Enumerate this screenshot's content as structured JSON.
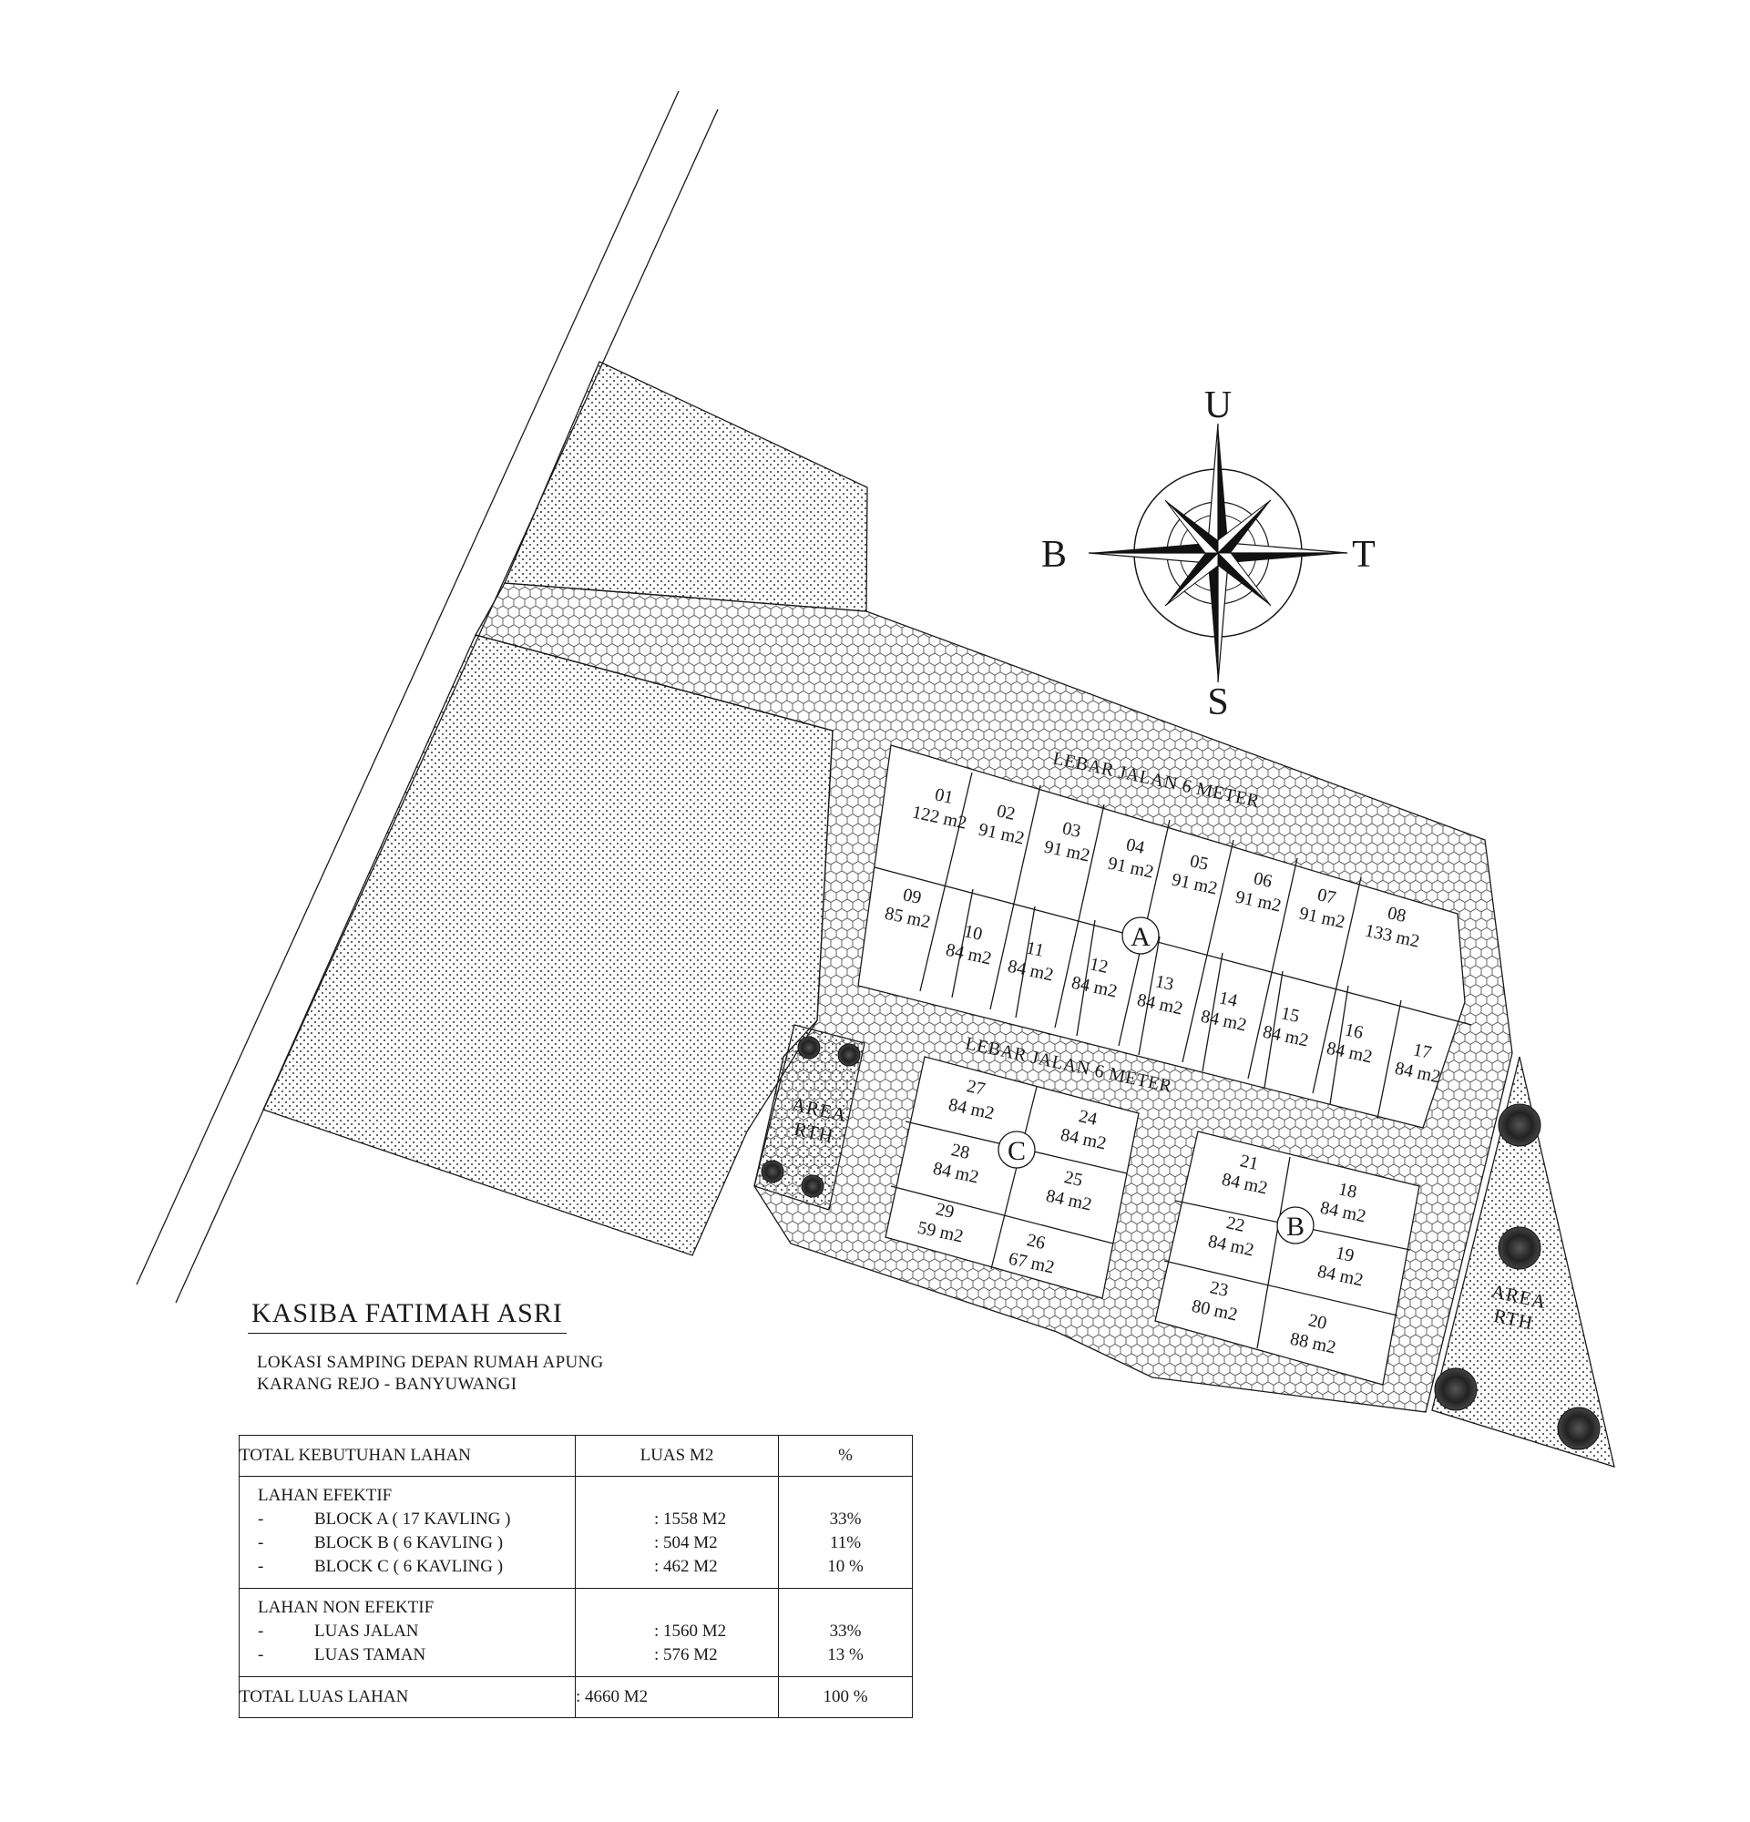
{
  "project": {
    "title": "KASIBA FATIMAH ASRI",
    "location_line1": "LOKASI SAMPING DEPAN RUMAH APUNG",
    "location_line2": "KARANG REJO - BANYUWANGI"
  },
  "compass": {
    "north": "U",
    "south": "S",
    "east": "T",
    "west": "B"
  },
  "roads": {
    "label_top": "LEBAR JALAN 6 METER",
    "label_middle": "LEBAR JALAN 6 METER"
  },
  "green_area": {
    "label_line1": "AREA",
    "label_line2": "RTH"
  },
  "blocks": {
    "a": "A",
    "b": "B",
    "c": "C"
  },
  "lots": [
    {
      "num": "01",
      "area": "122 m2"
    },
    {
      "num": "02",
      "area": "91 m2"
    },
    {
      "num": "03",
      "area": "91 m2"
    },
    {
      "num": "04",
      "area": "91 m2"
    },
    {
      "num": "05",
      "area": "91 m2"
    },
    {
      "num": "06",
      "area": "91 m2"
    },
    {
      "num": "07",
      "area": "91 m2"
    },
    {
      "num": "08",
      "area": "133 m2"
    },
    {
      "num": "09",
      "area": "85 m2"
    },
    {
      "num": "10",
      "area": "84 m2"
    },
    {
      "num": "11",
      "area": "84 m2"
    },
    {
      "num": "12",
      "area": "84 m2"
    },
    {
      "num": "13",
      "area": "84 m2"
    },
    {
      "num": "14",
      "area": "84 m2"
    },
    {
      "num": "15",
      "area": "84 m2"
    },
    {
      "num": "16",
      "area": "84 m2"
    },
    {
      "num": "17",
      "area": "84 m2"
    },
    {
      "num": "18",
      "area": "84 m2"
    },
    {
      "num": "19",
      "area": "84 m2"
    },
    {
      "num": "20",
      "area": "88 m2"
    },
    {
      "num": "21",
      "area": "84 m2"
    },
    {
      "num": "22",
      "area": "84 m2"
    },
    {
      "num": "23",
      "area": "80 m2"
    },
    {
      "num": "24",
      "area": "84 m2"
    },
    {
      "num": "25",
      "area": "84 m2"
    },
    {
      "num": "26",
      "area": "67 m2"
    },
    {
      "num": "27",
      "area": "84 m2"
    },
    {
      "num": "28",
      "area": "84 m2"
    },
    {
      "num": "29",
      "area": "59 m2"
    }
  ],
  "table": {
    "header": {
      "col1": "TOTAL KEBUTUHAN  LAHAN",
      "col2": "LUAS M2",
      "col3": "%"
    },
    "effective": {
      "title": "LAHAN EFEKTIF",
      "items": [
        {
          "dash": "-",
          "label": "BLOCK A ( 17 KAVLING )",
          "area": ": 1558 M2",
          "pct": "33%"
        },
        {
          "dash": "-",
          "label": "BLOCK B  ( 6 KAVLING )",
          "area": ": 504 M2",
          "pct": "11%"
        },
        {
          "dash": "-",
          "label": "BLOCK C  ( 6 KAVLING )",
          "area": ": 462 M2",
          "pct": "10 %"
        }
      ]
    },
    "non_effective": {
      "title": "LAHAN NON EFEKTIF",
      "items": [
        {
          "dash": "-",
          "label": "LUAS JALAN",
          "area": ": 1560 M2",
          "pct": "33%"
        },
        {
          "dash": "-",
          "label": "LUAS TAMAN",
          "area": ": 576 M2",
          "pct": "13 %"
        }
      ]
    },
    "total": {
      "label": "TOTAL LUAS LAHAN",
      "area": ": 4660 M2",
      "pct": "100 %"
    }
  }
}
